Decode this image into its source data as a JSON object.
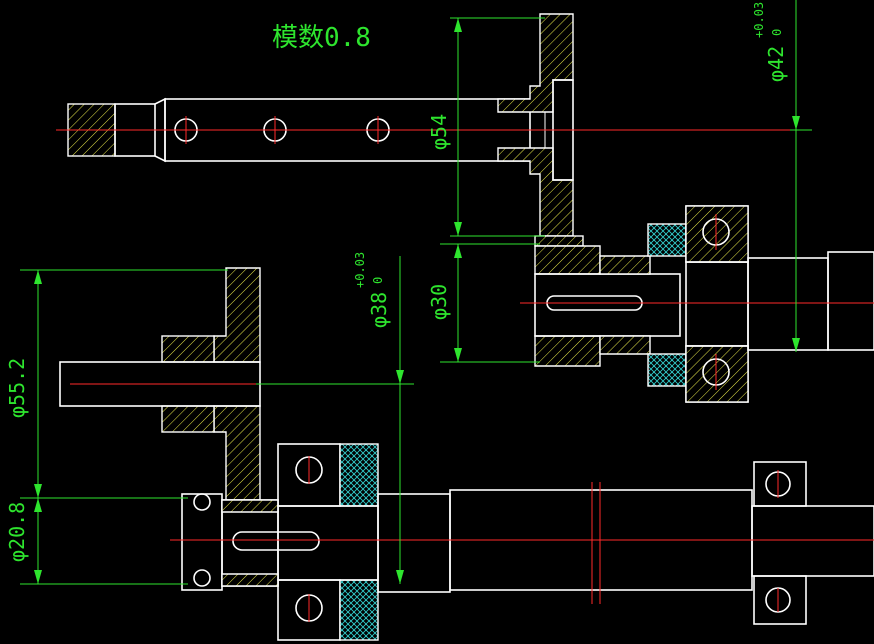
{
  "title_label": "模数0.8",
  "dimensions": {
    "d42": "φ42",
    "d42_tol_upper": "+0.03",
    "d42_tol_lower": "0",
    "d54": "φ54",
    "d30": "φ30",
    "d38": "φ38",
    "d38_tol_upper": "+0.03",
    "d38_tol_lower": "0",
    "d55_2": "φ55.2",
    "d20_8": "φ20.8"
  },
  "colors": {
    "background": "#000000",
    "outline": "#ffffff",
    "centerline": "#ff2a2a",
    "dimension": "#2ee52e",
    "hatch_section": "#e8e84a",
    "hatch_bearing": "#33cccc"
  }
}
